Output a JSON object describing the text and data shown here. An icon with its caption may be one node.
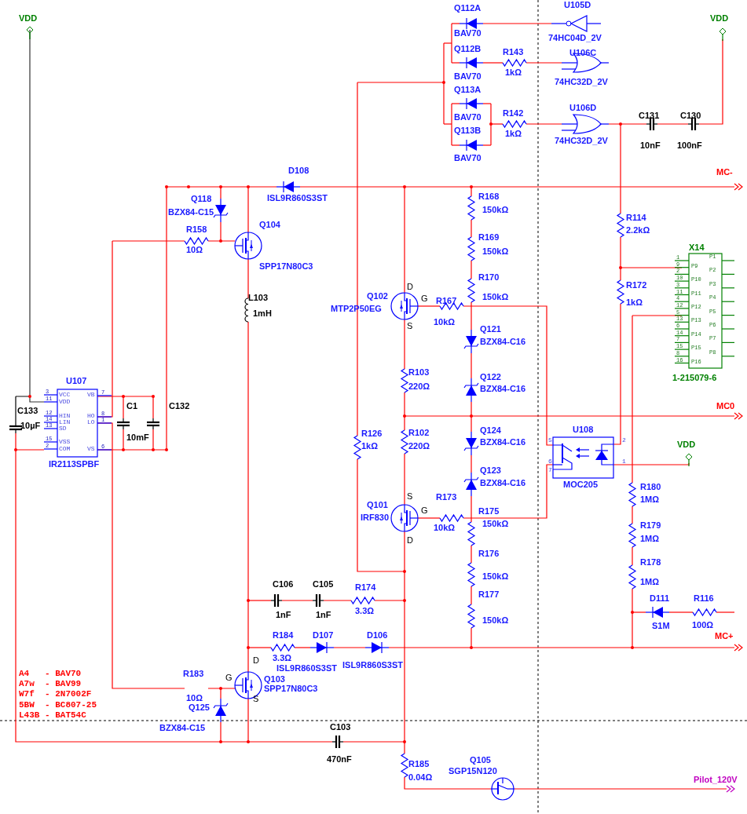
{
  "diagram": {
    "labels": [
      "VDD",
      "Q112A",
      "U105D",
      "VDD",
      "BAV70",
      "74HC04D_2V",
      "Q112B",
      "R143",
      "U106C",
      "1kΩ",
      "BAV70",
      "74HC32D_2V",
      "Q113A",
      "BAV70",
      "R142",
      "U106D",
      "C131",
      "C130",
      "Q113B",
      "1kΩ",
      "74HC32D_2V",
      "10nF",
      "100nF",
      "BAV70",
      "D108",
      "MC-",
      "Q118",
      "ISL9R860S3ST",
      "R168",
      "BZX84-C15",
      "150kΩ",
      "R114",
      "Q104",
      "R158",
      "2.2kΩ",
      "R169",
      "10Ω",
      "150kΩ",
      "X14",
      "SPP17N80C3",
      "R170",
      "D",
      "R172",
      "L103",
      "Q102",
      "G",
      "R167",
      "150kΩ",
      "1kΩ",
      "1mH",
      "MTP2P50EG",
      "10kΩ",
      "S",
      "Q121",
      "BZX84-C16",
      "R103",
      "Q122",
      "1-215079-6",
      "U107",
      "220Ω",
      "BZX84-C16",
      "C1",
      "C132",
      "MC0",
      "C133",
      "10µF",
      "10mF",
      "R126",
      "R102",
      "Q124",
      "U108",
      "1kΩ",
      "220Ω",
      "BZX84-C16",
      "VDD",
      "IR2113SPBF",
      "Q123",
      "BZX84-C16",
      "MOC205",
      "R180",
      "S",
      "R173",
      "1MΩ",
      "Q101",
      "R175",
      "IRF830",
      "G",
      "10kΩ",
      "150kΩ",
      "R179",
      "D",
      "1MΩ",
      "R176",
      "R178",
      "C106",
      "C105",
      "R174",
      "150kΩ",
      "1MΩ",
      "R177",
      "D111",
      "R116",
      "3.3Ω",
      "1nF",
      "1nF",
      "150kΩ",
      "S1M",
      "100Ω",
      "R184",
      "D107",
      "D106",
      "MC+",
      "D",
      "3.3Ω",
      "ISL9R860S3ST",
      "ISL9R860S3ST",
      "A4   - BAV70",
      "R183",
      "G",
      "Q103",
      "A7w  - BAV99",
      "SPP17N80C3",
      "W7f  - 2N7002F",
      "10Ω",
      "S",
      "5BW  - BC807-25",
      "Q125",
      "L43B - BAT54C",
      "BZX84-C15",
      "C103",
      "470nF",
      "R185",
      "Q105",
      "0.04Ω",
      "SGP15N120",
      "Pilot_120V",
      "3",
      "VCC",
      "7",
      "VB",
      "11",
      "VDD",
      "12",
      "HIN",
      "8",
      "HO",
      "14",
      "LIN",
      "1",
      "LO",
      "13",
      "SD",
      "15",
      "VSS",
      "2",
      "COM",
      "6",
      "VS",
      "1",
      "P1",
      "9",
      "P9",
      "2",
      "P2",
      "10",
      "P10",
      "3",
      "P3",
      "11",
      "P11",
      "4",
      "P4",
      "12",
      "P12",
      "5",
      "P5",
      "13",
      "P13",
      "6",
      "P6",
      "14",
      "P14",
      "7",
      "P7",
      "15",
      "P15",
      "8",
      "P8",
      "16",
      "P16",
      "5",
      "2",
      "6",
      "1",
      "7"
    ]
  }
}
